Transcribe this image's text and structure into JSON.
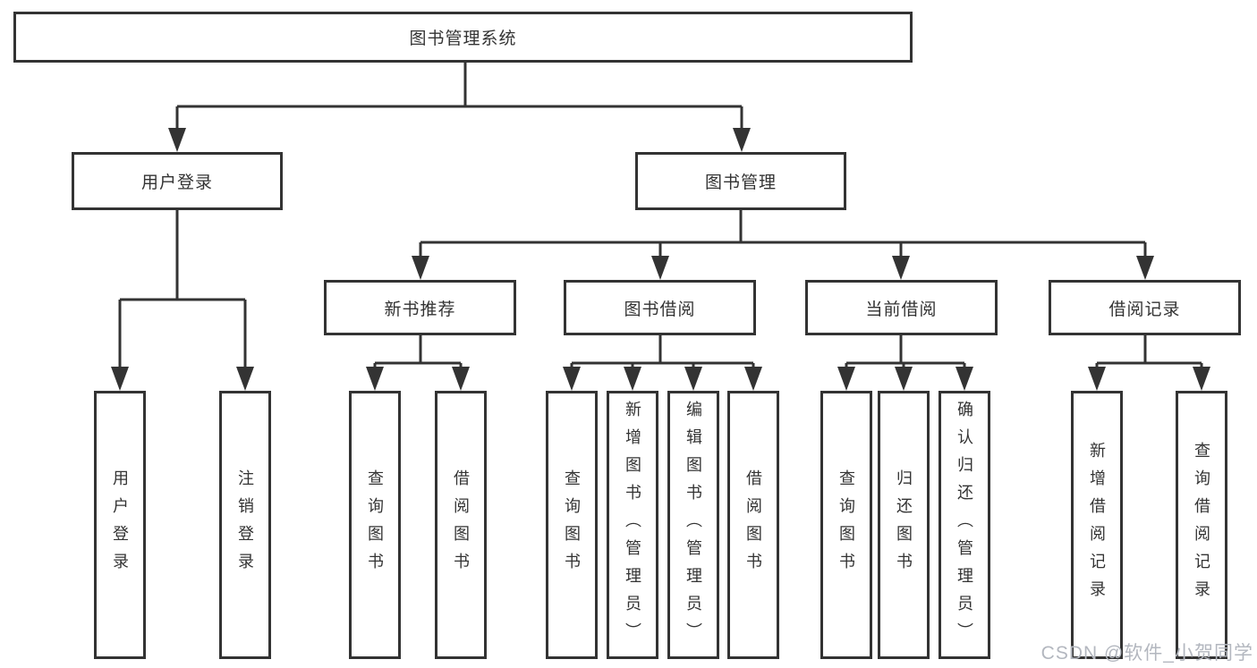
{
  "diagram_type": "hierarchy-tree",
  "tree": {
    "root": {
      "label": "图书管理系统"
    },
    "branches": [
      {
        "label": "用户登录",
        "children": [
          {
            "label": "用户登录"
          },
          {
            "label": "注销登录"
          }
        ]
      },
      {
        "label": "图书管理",
        "groups": [
          {
            "label": "新书推荐",
            "children": [
              {
                "label": "查询图书"
              },
              {
                "label": "借阅图书"
              }
            ]
          },
          {
            "label": "图书借阅",
            "children": [
              {
                "label": "查询图书"
              },
              {
                "label": "新增图书（管理员）"
              },
              {
                "label": "编辑图书（管理员）"
              },
              {
                "label": "借阅图书"
              }
            ]
          },
          {
            "label": "当前借阅",
            "children": [
              {
                "label": "查询图书"
              },
              {
                "label": "归还图书"
              },
              {
                "label": "确认归还（管理员）"
              }
            ]
          },
          {
            "label": "借阅记录",
            "children": [
              {
                "label": "新增借阅记录"
              },
              {
                "label": "查询借阅记录"
              }
            ]
          }
        ]
      }
    ]
  },
  "watermark": "CSDN @软件_小贺同学",
  "colors": {
    "line": "#333333",
    "box_border": "#333333",
    "box_fill": "#ffffff",
    "text": "#333333",
    "watermark": "#b3b7bf",
    "background": "#ffffff"
  }
}
